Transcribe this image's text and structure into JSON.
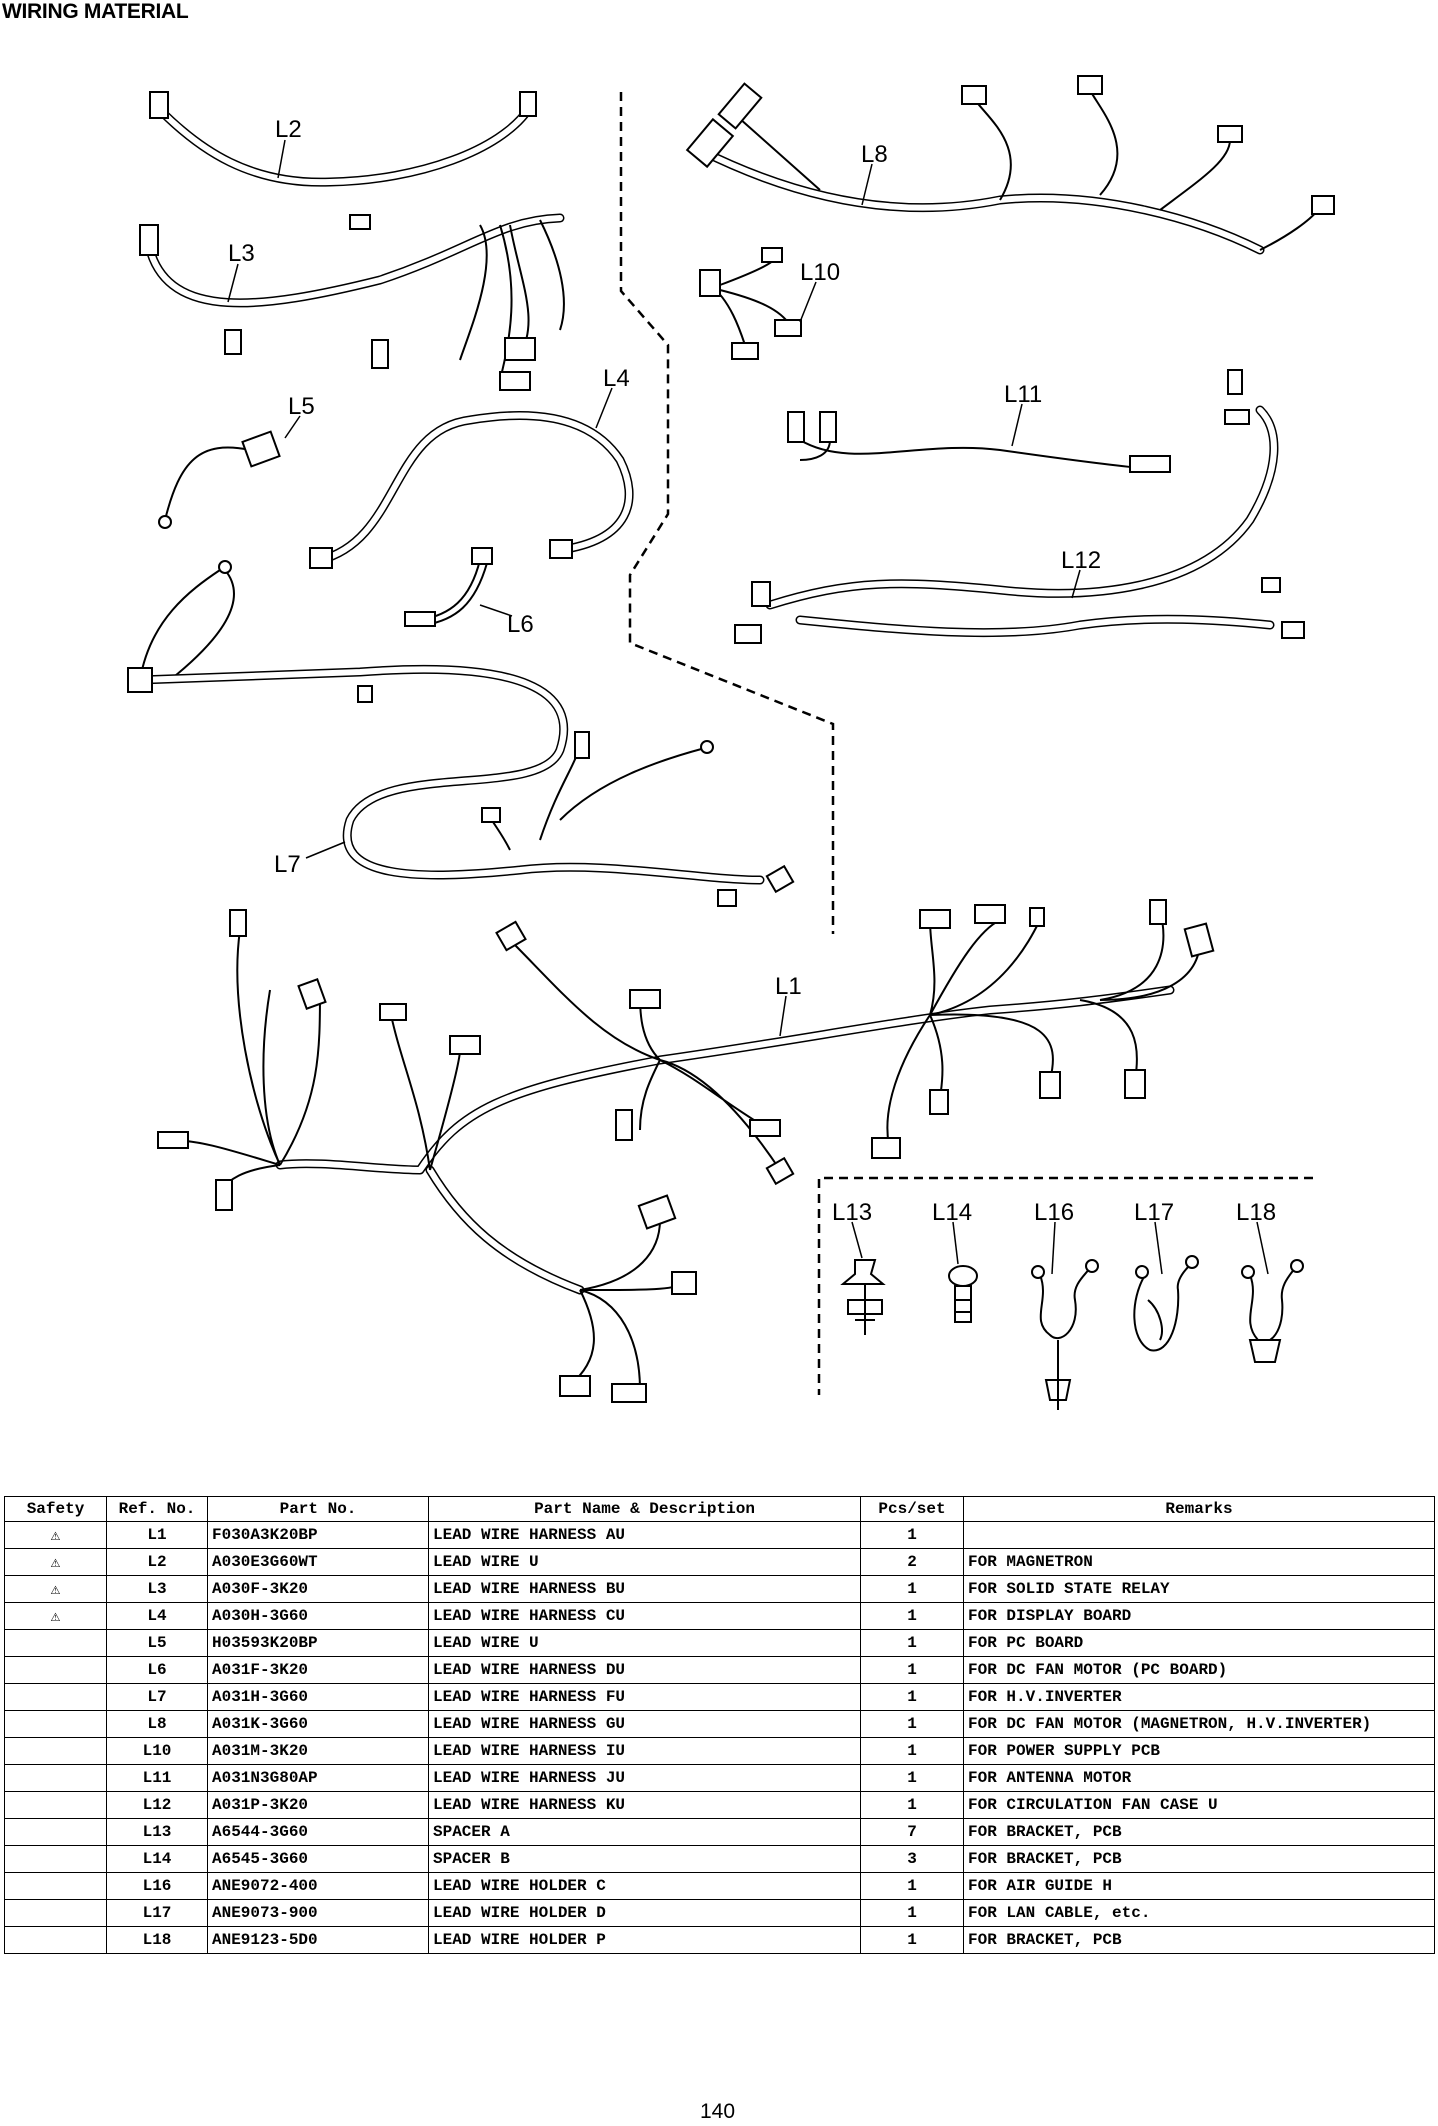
{
  "title": "WIRING MATERIAL",
  "labels": {
    "L1": "L1",
    "L2": "L2",
    "L3": "L3",
    "L4": "L4",
    "L5": "L5",
    "L6": "L6",
    "L7": "L7",
    "L8": "L8",
    "L10": "L10",
    "L11": "L11",
    "L12": "L12",
    "L13": "L13",
    "L14": "L14",
    "L16": "L16",
    "L17": "L17",
    "L18": "L18"
  },
  "table": {
    "headers": [
      "Safety",
      "Ref. No.",
      "Part No.",
      "Part Name & Description",
      "Pcs/set",
      "Remarks"
    ],
    "rows": [
      {
        "safety": "⚠",
        "ref": "L1",
        "part": "F030A3K20BP",
        "name": "LEAD WIRE HARNESS AU",
        "pcs": "1",
        "remarks": ""
      },
      {
        "safety": "⚠",
        "ref": "L2",
        "part": "A030E3G60WT",
        "name": "LEAD WIRE U",
        "pcs": "2",
        "remarks": "FOR MAGNETRON"
      },
      {
        "safety": "⚠",
        "ref": "L3",
        "part": "A030F-3K20",
        "name": "LEAD WIRE HARNESS BU",
        "pcs": "1",
        "remarks": "FOR SOLID STATE RELAY"
      },
      {
        "safety": "⚠",
        "ref": "L4",
        "part": "A030H-3G60",
        "name": "LEAD WIRE HARNESS CU",
        "pcs": "1",
        "remarks": "FOR DISPLAY BOARD"
      },
      {
        "safety": "",
        "ref": "L5",
        "part": "H03593K20BP",
        "name": "LEAD WIRE U",
        "pcs": "1",
        "remarks": "FOR PC BOARD"
      },
      {
        "safety": "",
        "ref": "L6",
        "part": "A031F-3K20",
        "name": "LEAD WIRE HARNESS DU",
        "pcs": "1",
        "remarks": "FOR DC FAN MOTOR (PC BOARD)"
      },
      {
        "safety": "",
        "ref": "L7",
        "part": "A031H-3G60",
        "name": "LEAD WIRE HARNESS FU",
        "pcs": "1",
        "remarks": "FOR H.V.INVERTER"
      },
      {
        "safety": "",
        "ref": "L8",
        "part": "A031K-3G60",
        "name": "LEAD WIRE HARNESS GU",
        "pcs": "1",
        "remarks": "FOR DC FAN MOTOR (MAGNETRON, H.V.INVERTER)"
      },
      {
        "safety": "",
        "ref": "L10",
        "part": "A031M-3K20",
        "name": "LEAD WIRE HARNESS IU",
        "pcs": "1",
        "remarks": "FOR POWER SUPPLY PCB"
      },
      {
        "safety": "",
        "ref": "L11",
        "part": "A031N3G80AP",
        "name": "LEAD WIRE HARNESS JU",
        "pcs": "1",
        "remarks": "FOR ANTENNA MOTOR"
      },
      {
        "safety": "",
        "ref": "L12",
        "part": "A031P-3K20",
        "name": "LEAD WIRE HARNESS KU",
        "pcs": "1",
        "remarks": "FOR CIRCULATION FAN CASE U"
      },
      {
        "safety": "",
        "ref": "L13",
        "part": "A6544-3G60",
        "name": "SPACER A",
        "pcs": "7",
        "remarks": "FOR BRACKET, PCB"
      },
      {
        "safety": "",
        "ref": "L14",
        "part": "A6545-3G60",
        "name": "SPACER B",
        "pcs": "3",
        "remarks": "FOR BRACKET, PCB"
      },
      {
        "safety": "",
        "ref": "L16",
        "part": "ANE9072-400",
        "name": "LEAD WIRE HOLDER C",
        "pcs": "1",
        "remarks": "FOR AIR GUIDE H"
      },
      {
        "safety": "",
        "ref": "L17",
        "part": "ANE9073-900",
        "name": "LEAD WIRE HOLDER D",
        "pcs": "1",
        "remarks": "FOR LAN CABLE, etc."
      },
      {
        "safety": "",
        "ref": "L18",
        "part": "ANE9123-5D0",
        "name": "LEAD WIRE HOLDER P",
        "pcs": "1",
        "remarks": "FOR BRACKET, PCB"
      }
    ]
  },
  "page_number": "140"
}
